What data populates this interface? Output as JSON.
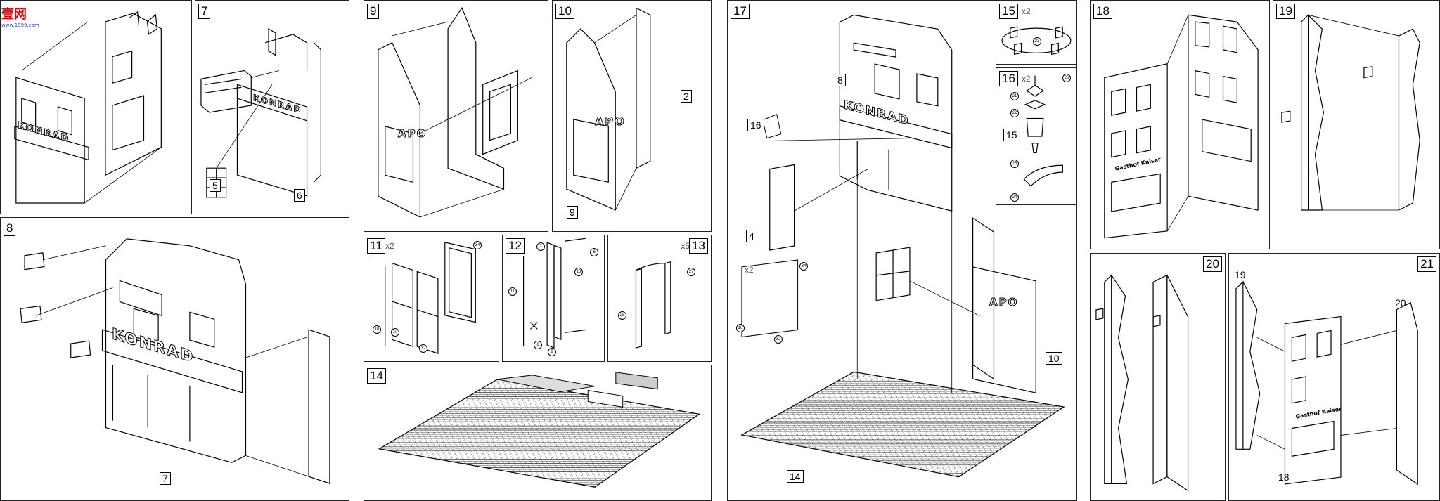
{
  "watermark": {
    "logo_text": "壹网",
    "url_text": "www.1999.com"
  },
  "colors": {
    "line": "#000000",
    "panel_border": "#222222",
    "watermark_red": "#d01010",
    "watermark_blue": "#2a49b8"
  },
  "sign_texts": {
    "konrad": "KONRAD",
    "apo": "APO",
    "gasthof": "Gasthof Kaiser"
  },
  "panels": {
    "p6": {
      "step": ""
    },
    "p7": {
      "step": "7",
      "callouts": [
        "5",
        "6"
      ]
    },
    "p8": {
      "step": "8",
      "callouts": [
        "7"
      ]
    },
    "p9": {
      "step": "9"
    },
    "p10": {
      "step": "10",
      "callouts": [
        "2",
        "9"
      ]
    },
    "p11": {
      "step": "11",
      "qty": "x2",
      "parts": [
        "34",
        "10",
        "10",
        "32"
      ]
    },
    "p12": {
      "step": "12",
      "parts": [
        "7",
        "8",
        "13",
        "11",
        "9",
        "6"
      ]
    },
    "p13": {
      "step": "13",
      "qty": "x5",
      "parts": [
        "27",
        "28"
      ]
    },
    "p14": {
      "step": "14"
    },
    "p15": {
      "step": "15",
      "qty": "x2",
      "parts": [
        "23"
      ]
    },
    "p16": {
      "step": "16",
      "qty": "x2",
      "parts": [
        "26",
        "21",
        "22",
        "25",
        "24"
      ],
      "callouts": [
        "15"
      ]
    },
    "p17": {
      "step": "17",
      "callouts": [
        "8",
        "16",
        "4",
        "14",
        "10"
      ],
      "inset_qty": "x2",
      "inset_parts": [
        "34",
        "10",
        "32"
      ]
    },
    "p18": {
      "step": "18"
    },
    "p19": {
      "step": "19"
    },
    "p20": {
      "step": "20"
    },
    "p21": {
      "step": "21",
      "callouts": [
        "19",
        "20",
        "18"
      ]
    }
  }
}
